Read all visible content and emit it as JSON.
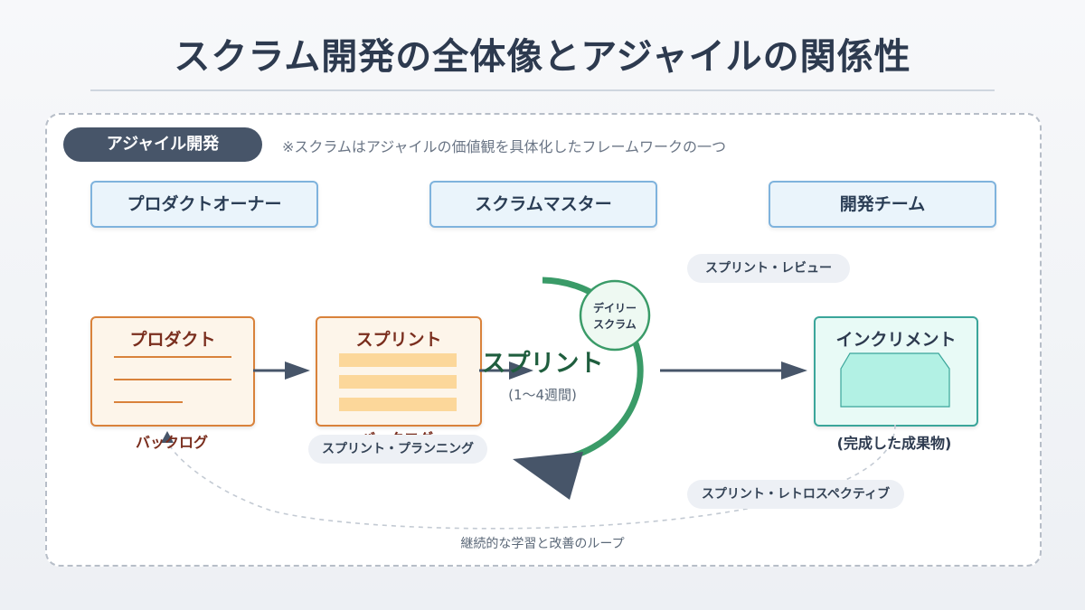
{
  "title": "スクラム開発の全体像とアジャイルの関係性",
  "agile": {
    "label": "アジャイル開発",
    "note": "※スクラムはアジャイルの価値観を具体化したフレームワークの一つ"
  },
  "roles": [
    "プロダクトオーナー",
    "スクラムマスター",
    "開発チーム"
  ],
  "product_backlog": {
    "title": "プロダクト",
    "caption": "バックログ"
  },
  "sprint_backlog": {
    "title": "スプリント",
    "caption": "バックログ"
  },
  "sprint": {
    "label": "スプリント",
    "duration": "(1〜4週間)"
  },
  "daily_scrum": {
    "line1": "デイリー",
    "line2": "スクラム"
  },
  "increment": {
    "title": "インクリメント",
    "caption": "(完成した成果物)"
  },
  "events": {
    "planning": "スプリント・プランニング",
    "review": "スプリント・レビュー",
    "retrospective": "スプリント・レトロスペクティブ"
  },
  "loop_label": "継続的な学習と改善のループ",
  "colors": {
    "title": "#2d3a4f",
    "agile_pill": "#475569",
    "role_border": "#7fb3dd",
    "role_bg": "#eaf4fb",
    "backlog_border": "#d9823b",
    "backlog_bg": "#fdf5ea",
    "backlog_text": "#7a2e1e",
    "sprint_bar": "#fcd79a",
    "sprint_arc": "#3a9b68",
    "increment_border": "#3aa59a",
    "increment_bg": "#e8faf6",
    "increment_shape": "#b2f1e4",
    "arrow": "#475569"
  }
}
